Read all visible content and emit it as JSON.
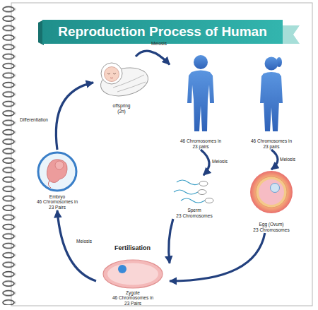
{
  "diagram": {
    "title": "Reproduction Process of Human",
    "nodes": [
      {
        "text": [
          "offspring",
          "(2n)"
        ]
      },
      {
        "text": [
          "46 Chromosomes in 23 pairs"
        ]
      },
      {
        "text": [
          "46 Chromosomes in 23 pairs"
        ]
      },
      {
        "text": [
          "Sperm",
          "23 Chromosomes"
        ]
      },
      {
        "text": [
          "Egg (Ovum)",
          "23 Chromosomes"
        ]
      },
      {
        "text": [
          "Zygote",
          "46 Chromosomes in 23 Pairs"
        ]
      },
      {
        "text": [
          "Embryo",
          "46 Chromosomes in 23 Pairs"
        ]
      }
    ],
    "edges": [
      {
        "from": 0,
        "to": 1,
        "arrow": "to",
        "label": "Meiosis"
      },
      {
        "from": 1,
        "to": 3,
        "arrow": "to",
        "label": "Meiosis"
      },
      {
        "from": 2,
        "to": 4,
        "arrow": "to",
        "label": "Meiosis"
      },
      {
        "from": 3,
        "to": 5,
        "arrow": "to"
      },
      {
        "from": 4,
        "to": 5,
        "arrow": "to"
      },
      {
        "from": 5,
        "to": 6,
        "arrow": "to",
        "label": "Meiosis"
      },
      {
        "from": 6,
        "to": 0,
        "arrow": "to",
        "label": "Differentiation"
      }
    ],
    "labels": [
      "Fertilisation"
    ]
  }
}
